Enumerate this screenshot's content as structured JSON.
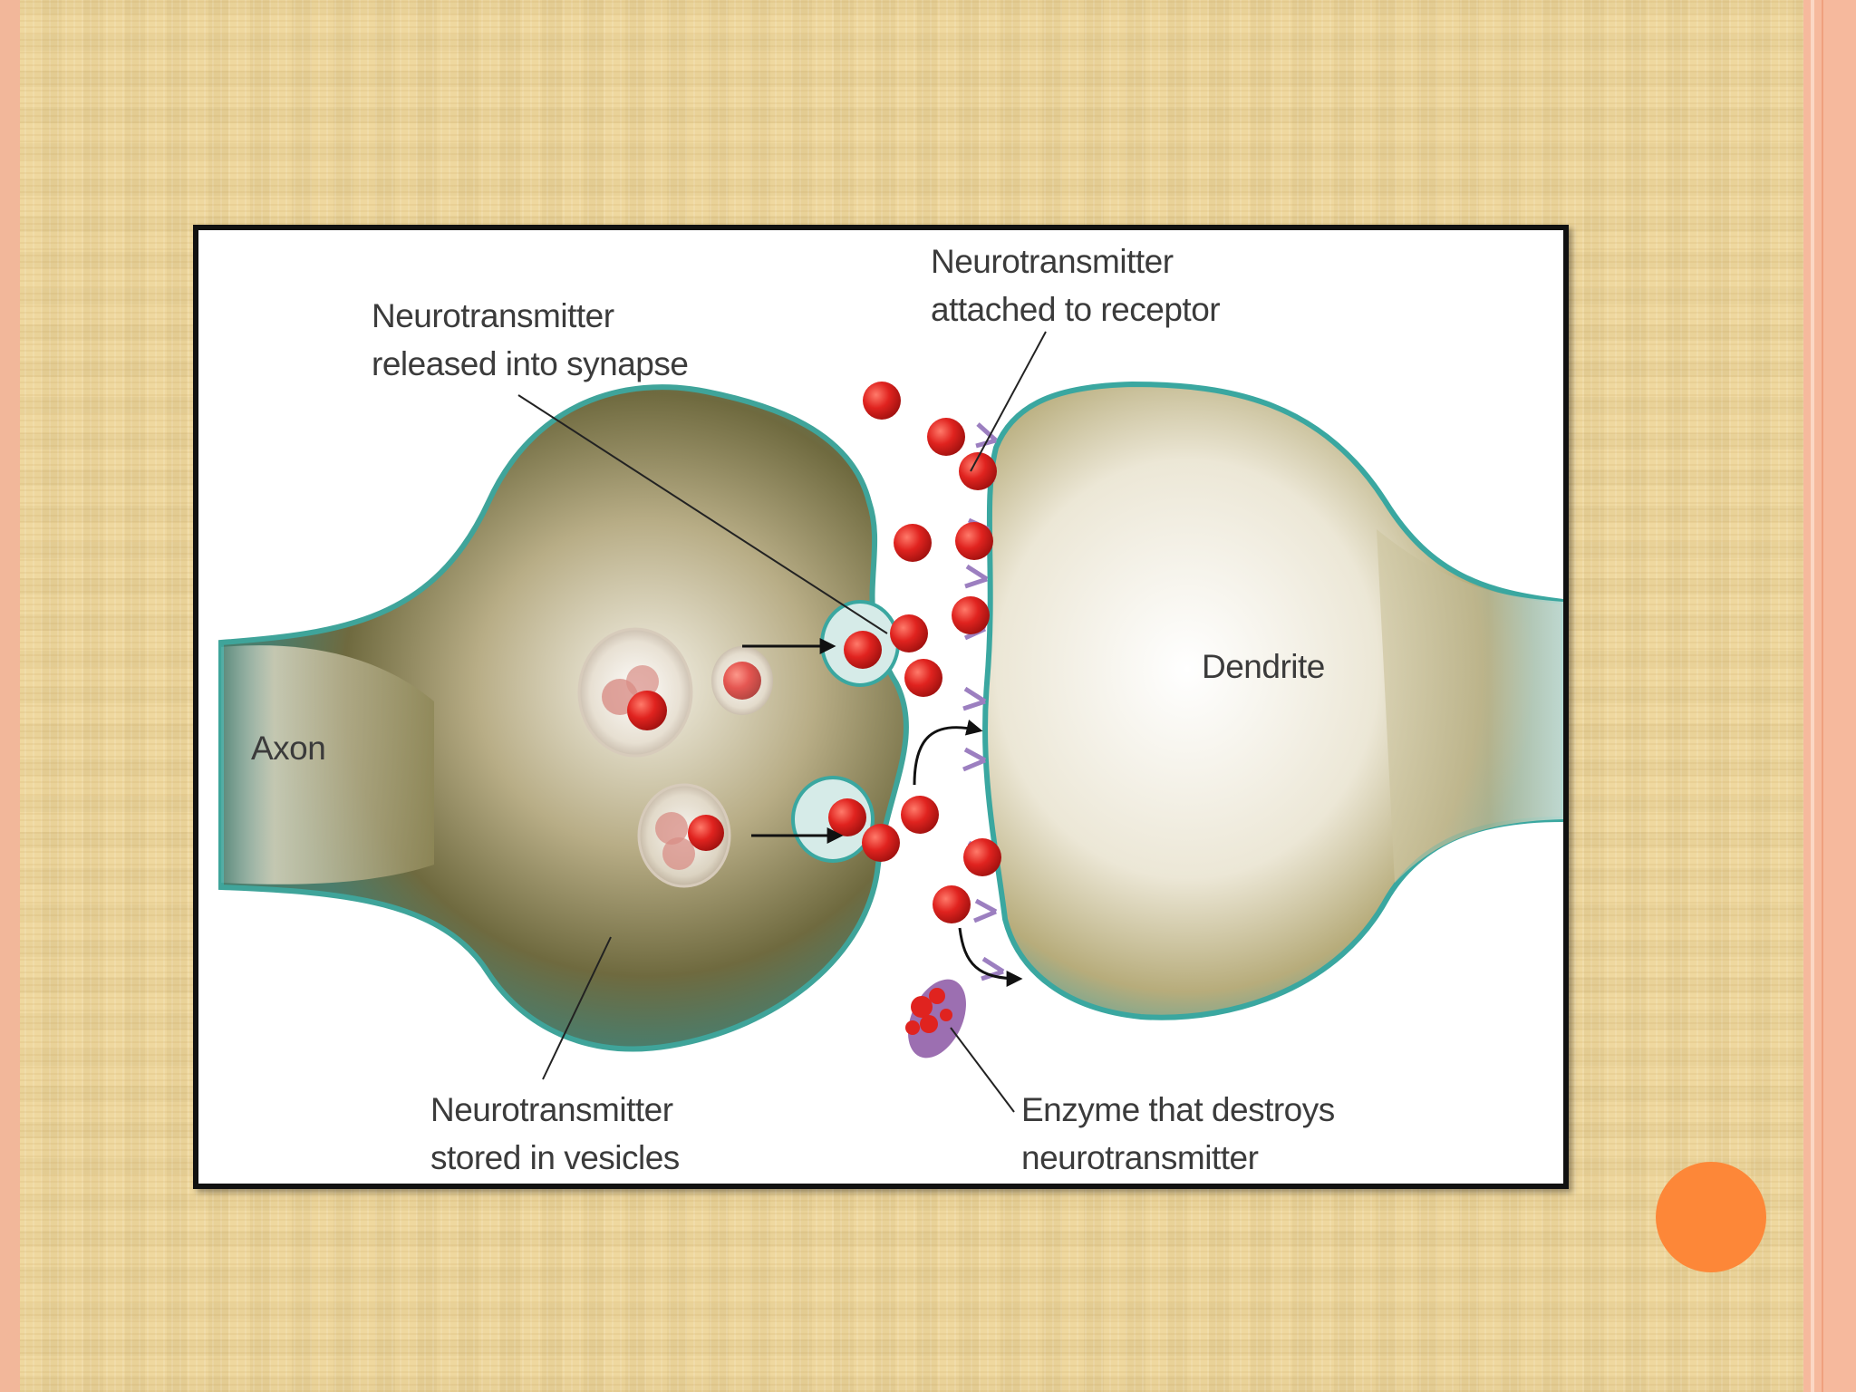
{
  "diagram": {
    "labels": {
      "released": [
        "Neurotransmitter",
        "released into synapse"
      ],
      "attached": [
        "Neurotransmitter",
        "attached to receptor"
      ],
      "axon": "Axon",
      "dendrite": "Dendrite",
      "stored": [
        "Neurotransmitter",
        "stored in vesicles"
      ],
      "enzyme": [
        "Enzyme that destroys",
        "neurotransmitter"
      ]
    },
    "colors": {
      "neurotransmitter": "#e0231f",
      "membrane": "#3aa7a0",
      "enzyme": "#9c6fb1",
      "accent": "#fd8738"
    }
  }
}
